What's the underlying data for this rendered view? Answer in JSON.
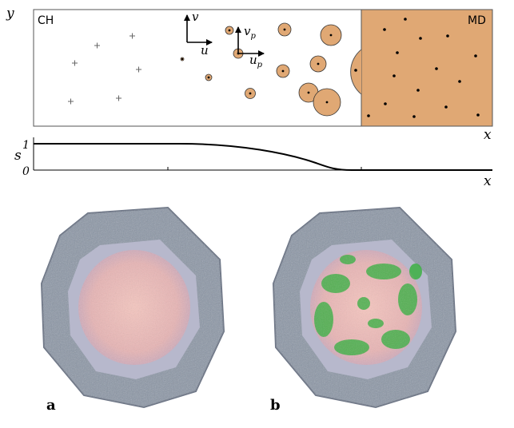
{
  "domain_schematic": {
    "y_axis_label": "y",
    "x_axis_label": "x",
    "left_region_label": "CH",
    "right_region_label": "MD",
    "velocity_labels": {
      "fluid_v": "v",
      "fluid_u": "u",
      "particle_v": "v",
      "particle_v_sub": "p",
      "particle_u": "u",
      "particle_u_sub": "p"
    },
    "colors": {
      "md_fill": "#e0a874",
      "particle_fill": "#e0a874",
      "outline": "#3a3a3a"
    }
  },
  "coupling_profile": {
    "y_axis_label": "s",
    "x_axis_label": "x",
    "tick_top": "1",
    "tick_bottom": "0"
  },
  "renderings": [
    {
      "label": "a",
      "core_color": "#f0b8b0",
      "shell_color": "#8a95a5",
      "has_green": false
    },
    {
      "label": "b",
      "core_color": "#f0b8b0",
      "shell_color": "#8a95a5",
      "has_green": true,
      "green_color": "#3cb043"
    }
  ]
}
